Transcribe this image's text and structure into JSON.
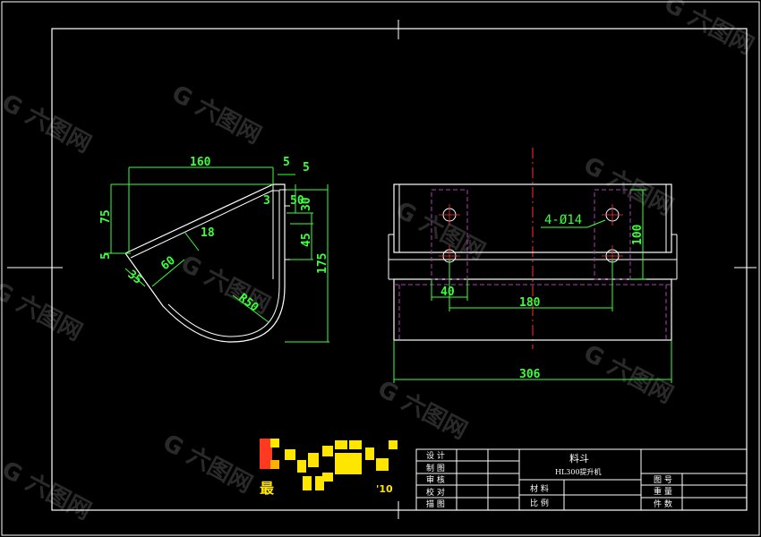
{
  "watermark": {
    "text": "G 六图网"
  },
  "left_view": {
    "dims": {
      "d160": "160",
      "d5a": "5",
      "d5b": "5",
      "d3": "3",
      "d50": "50",
      "d30": "30",
      "d75": "75",
      "d18": "18",
      "d45": "45",
      "d175": "175",
      "d60": "60",
      "d5c": "5",
      "d35": "35",
      "r50": "R50"
    }
  },
  "right_view": {
    "hole_callout": "4-Ø14",
    "dims": {
      "d100": "100",
      "d40": "40",
      "d180": "180",
      "d306": "306"
    }
  },
  "title_block": {
    "rows_left": [
      "设 计",
      "制 图",
      "审 核",
      "校 对",
      "描 图"
    ],
    "part_name": "料斗",
    "part_sub": "HL300提升机",
    "material_label": "材 料",
    "scale_label": "比 例",
    "right_labels": [
      "图 号",
      "重 量",
      "件 数"
    ]
  },
  "stamp": {
    "text": "最",
    "tail": "'10"
  },
  "colors": {
    "outline": "#ffffff",
    "dimension": "#3cff3c",
    "hidden": "#b040b0",
    "center": "#ff3030"
  }
}
